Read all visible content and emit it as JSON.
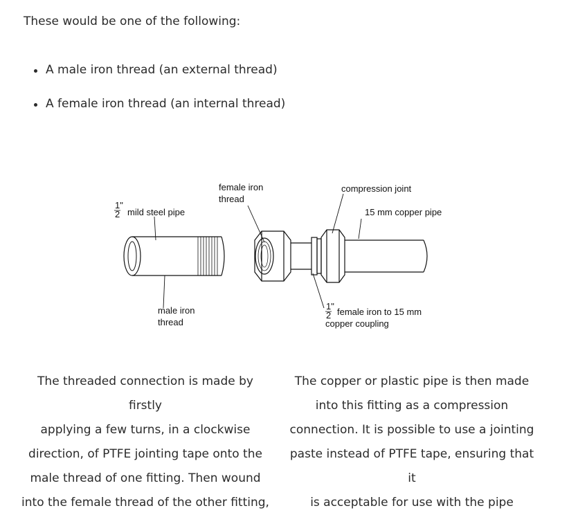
{
  "intro": "These would be one of the following:",
  "bullets": [
    "A male iron thread (an external thread)",
    "A female iron thread (an internal thread)"
  ],
  "diagram": {
    "labels": {
      "half": "1\"",
      "half_den": "2",
      "mild_steel_pipe": "mild steel pipe",
      "female_iron_1": "female iron",
      "female_iron_2": "thread",
      "compression_joint": "compression joint",
      "copper_pipe": "15 mm copper pipe",
      "male_iron_1": "male iron",
      "male_iron_2": "thread",
      "coupling_1": "female iron to 15 mm",
      "coupling_2": "copper coupling"
    }
  },
  "paragraphs": {
    "left": [
      "The threaded connection is made by firstly",
      "applying a few turns, in a clockwise",
      "direction, of PTFE jointing tape onto the",
      "male thread of one fitting. Then wound",
      "into the female thread of the other fitting,"
    ],
    "right": [
      "The copper or plastic pipe is then made",
      "into this fitting as a compression",
      "connection. It is possible to use a jointing",
      "paste instead of PTFE tape, ensuring that it",
      "is acceptable for use with the pipe"
    ]
  }
}
